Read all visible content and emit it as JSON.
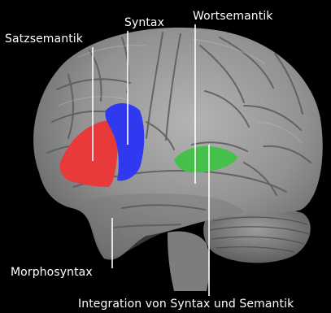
{
  "figure": {
    "labels": {
      "satzsemantik": "Satzsemantik",
      "syntax": "Syntax",
      "wortsemantik": "Wortsemantik",
      "morphosyntax": "Morphosyntax",
      "integration": "Integration von Syntax und Semantik"
    },
    "region_colors": {
      "satzsemantik": "#e83a3a",
      "syntax": "#2f3af0",
      "wortsemantik": "#46c04a"
    },
    "colors": {
      "background": "#000000",
      "brain": "#9a9a9a",
      "label_text": "#ffffff"
    }
  }
}
